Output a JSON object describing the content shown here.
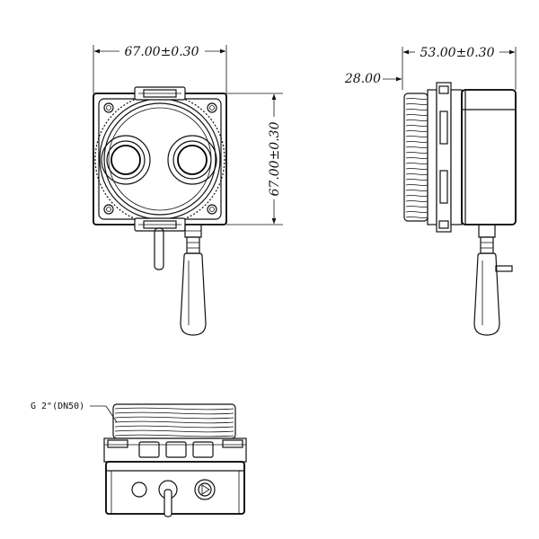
{
  "dimensions": {
    "front_width": "67.00±0.30",
    "front_height": "67.00±0.30",
    "side_width": "53.00±0.30",
    "side_offset": "28.00"
  },
  "notes": {
    "thread": "G 2\"(DN50)"
  },
  "colors": {
    "line": "#111111",
    "background": "#ffffff"
  }
}
